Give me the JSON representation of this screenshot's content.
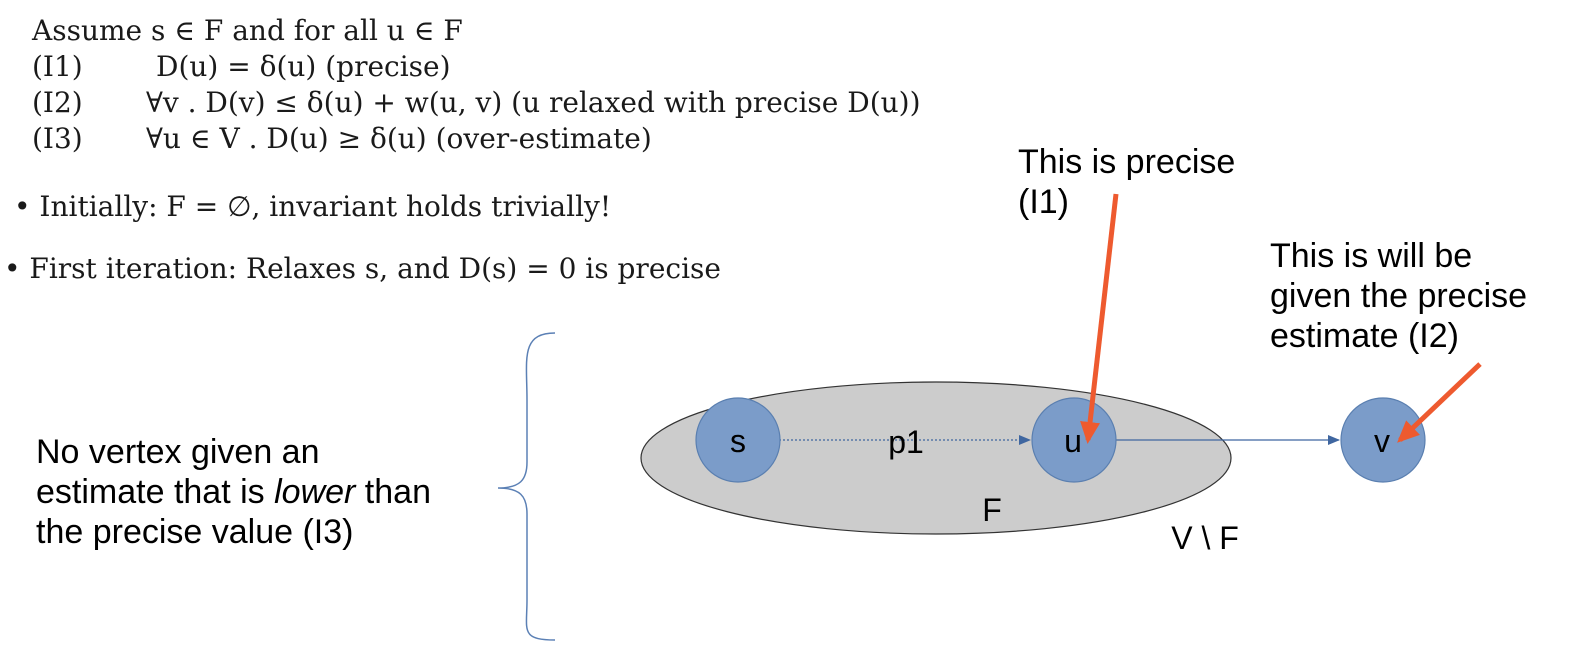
{
  "header_text": {
    "assume": "Assume s ∈ F and for all u ∈ F",
    "invariants": [
      {
        "label": "(I1)",
        "text": "D(u) = δ(u) (precise)"
      },
      {
        "label": "(I2)",
        "text": "∀v . D(v) ≤ δ(u) + w(u, v) (u relaxed with precise D(u))"
      },
      {
        "label": "(I3)",
        "text": "∀u ∈ V . D(u) ≥ δ(u) (over-estimate)"
      }
    ],
    "bullets": [
      "• Initially: F = ∅, invariant holds trivially!",
      "• First iteration: Relaxes s, and D(s) = 0 is precise"
    ]
  },
  "left_note": {
    "line1": "No vertex given an",
    "line2_before": "estimate that is ",
    "line2_em": "lower",
    "line2_after": " than",
    "line3": "the precise value (I3)"
  },
  "callouts": {
    "precise_line1": "This is precise",
    "precise_line2": "(I1)",
    "will_be_line1": "This is will be",
    "will_be_line2": "given the precise",
    "will_be_line3": "estimate (I2)"
  },
  "diagram": {
    "node_s": "s",
    "node_u": "u",
    "node_v": "v",
    "path_label": "p1",
    "set_label": "F",
    "complement_label": "V \\ F",
    "colors": {
      "node_fill": "#7b9cc9",
      "node_stroke": "#5a7fb0",
      "set_fill": "#cccccc",
      "set_stroke": "#333333",
      "edge": "#3f66a0",
      "arrow": "#ee5a2f",
      "brace": "#5b80b5"
    }
  }
}
